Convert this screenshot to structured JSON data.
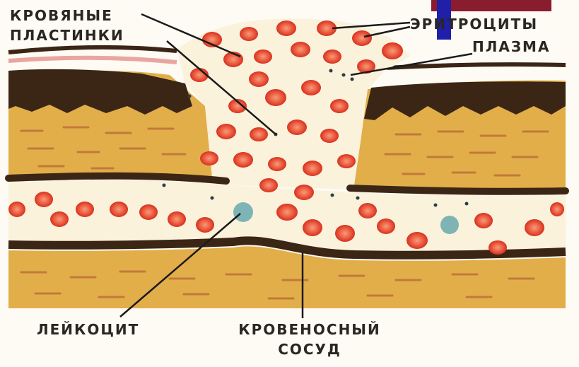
{
  "labels": {
    "platelets_line1": "КРОВЯНЫЕ",
    "platelets_line2": "ПЛАСТИНКИ",
    "erythrocytes": "ЭРИТРОЦИТЫ",
    "plasma": "ПЛАЗМА",
    "leukocyte": "ЛЕЙКОЦИТ",
    "vessel_line1": "КРОВЕНОСНЫЙ",
    "vessel_line2": "СОСУД"
  },
  "colors": {
    "background": "#fdfbf4",
    "tissue": "#e2ae4a",
    "tissue_dark_streak": "#c2793a",
    "dark_layer": "#3b2616",
    "vessel_lumen": "#fbf2dc",
    "erythrocyte": "#e2402b",
    "erythrocyte_center": "#f07d5c",
    "leukocyte": "#7fb4b6",
    "leader_line": "#1a1a1a",
    "top_band": "#8a1c30",
    "blue_mark": "#1f1fa8"
  }
}
